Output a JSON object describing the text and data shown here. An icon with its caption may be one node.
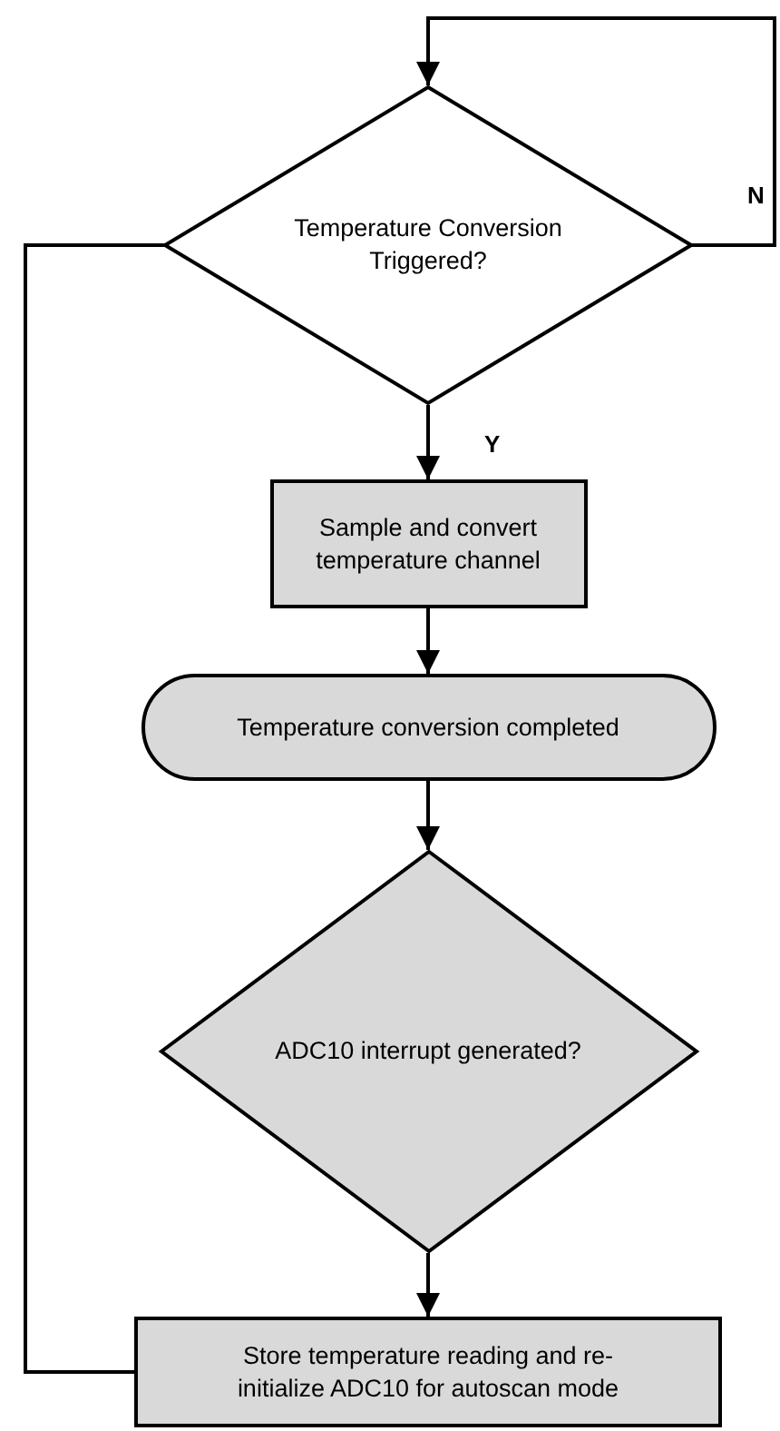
{
  "diagram": {
    "nodes": [
      {
        "text": [
          "Temperature Conversion Triggered?"
        ]
      },
      {
        "text": [
          "Sample and convert temperature channel"
        ]
      },
      {
        "text": [
          "Temperature conversion completed"
        ]
      },
      {
        "text": [
          "ADC10 interrupt generated?"
        ]
      },
      {
        "text": [
          "Store temperature reading and re-initialize ADC10 for autoscan mode"
        ]
      }
    ],
    "edges": [
      {
        "from": 0,
        "to": 1,
        "arrow": "to",
        "label": "Y"
      },
      {
        "from": 1,
        "to": 2,
        "arrow": "to"
      },
      {
        "from": 2,
        "to": 3,
        "arrow": "to"
      },
      {
        "from": 3,
        "to": 4,
        "arrow": "to"
      },
      {
        "from": 4,
        "to": 0,
        "arrow": "to"
      },
      {
        "from": 0,
        "to": 0,
        "arrow": "to",
        "label": "N"
      }
    ]
  }
}
